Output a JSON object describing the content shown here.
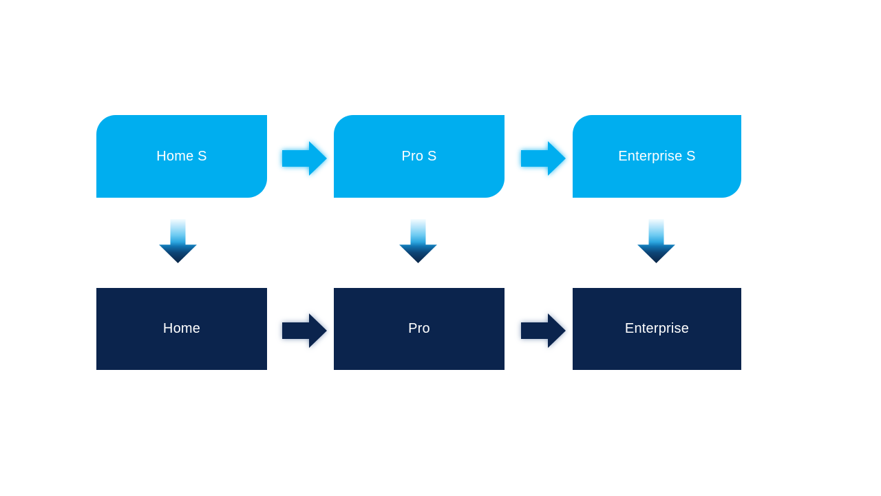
{
  "diagram": {
    "description": "Edition upgrade flow diagram with two rows of stages",
    "columns": [
      {
        "top": {
          "label": "Home S"
        },
        "bottom": {
          "label": "Home"
        }
      },
      {
        "top": {
          "label": "Pro S"
        },
        "bottom": {
          "label": "Pro"
        }
      },
      {
        "top": {
          "label": "Enterprise S"
        },
        "bottom": {
          "label": "Enterprise"
        }
      }
    ],
    "icons": {
      "right_arrow": "right-arrow-icon",
      "down_arrow": "down-arrow-icon"
    },
    "colors": {
      "canvas_bg": "#FFFFFF",
      "top_box_fill": "#00AEEF",
      "bottom_box_fill": "#0B244D",
      "label_text": "#FFFFFF",
      "right_arrow_top_fill": "#00AEEF",
      "right_arrow_bottom_fill": "#0B244D",
      "down_arrow_grad_top": "#F5FCFF",
      "down_arrow_grad_bottom": "#0A2445"
    }
  }
}
